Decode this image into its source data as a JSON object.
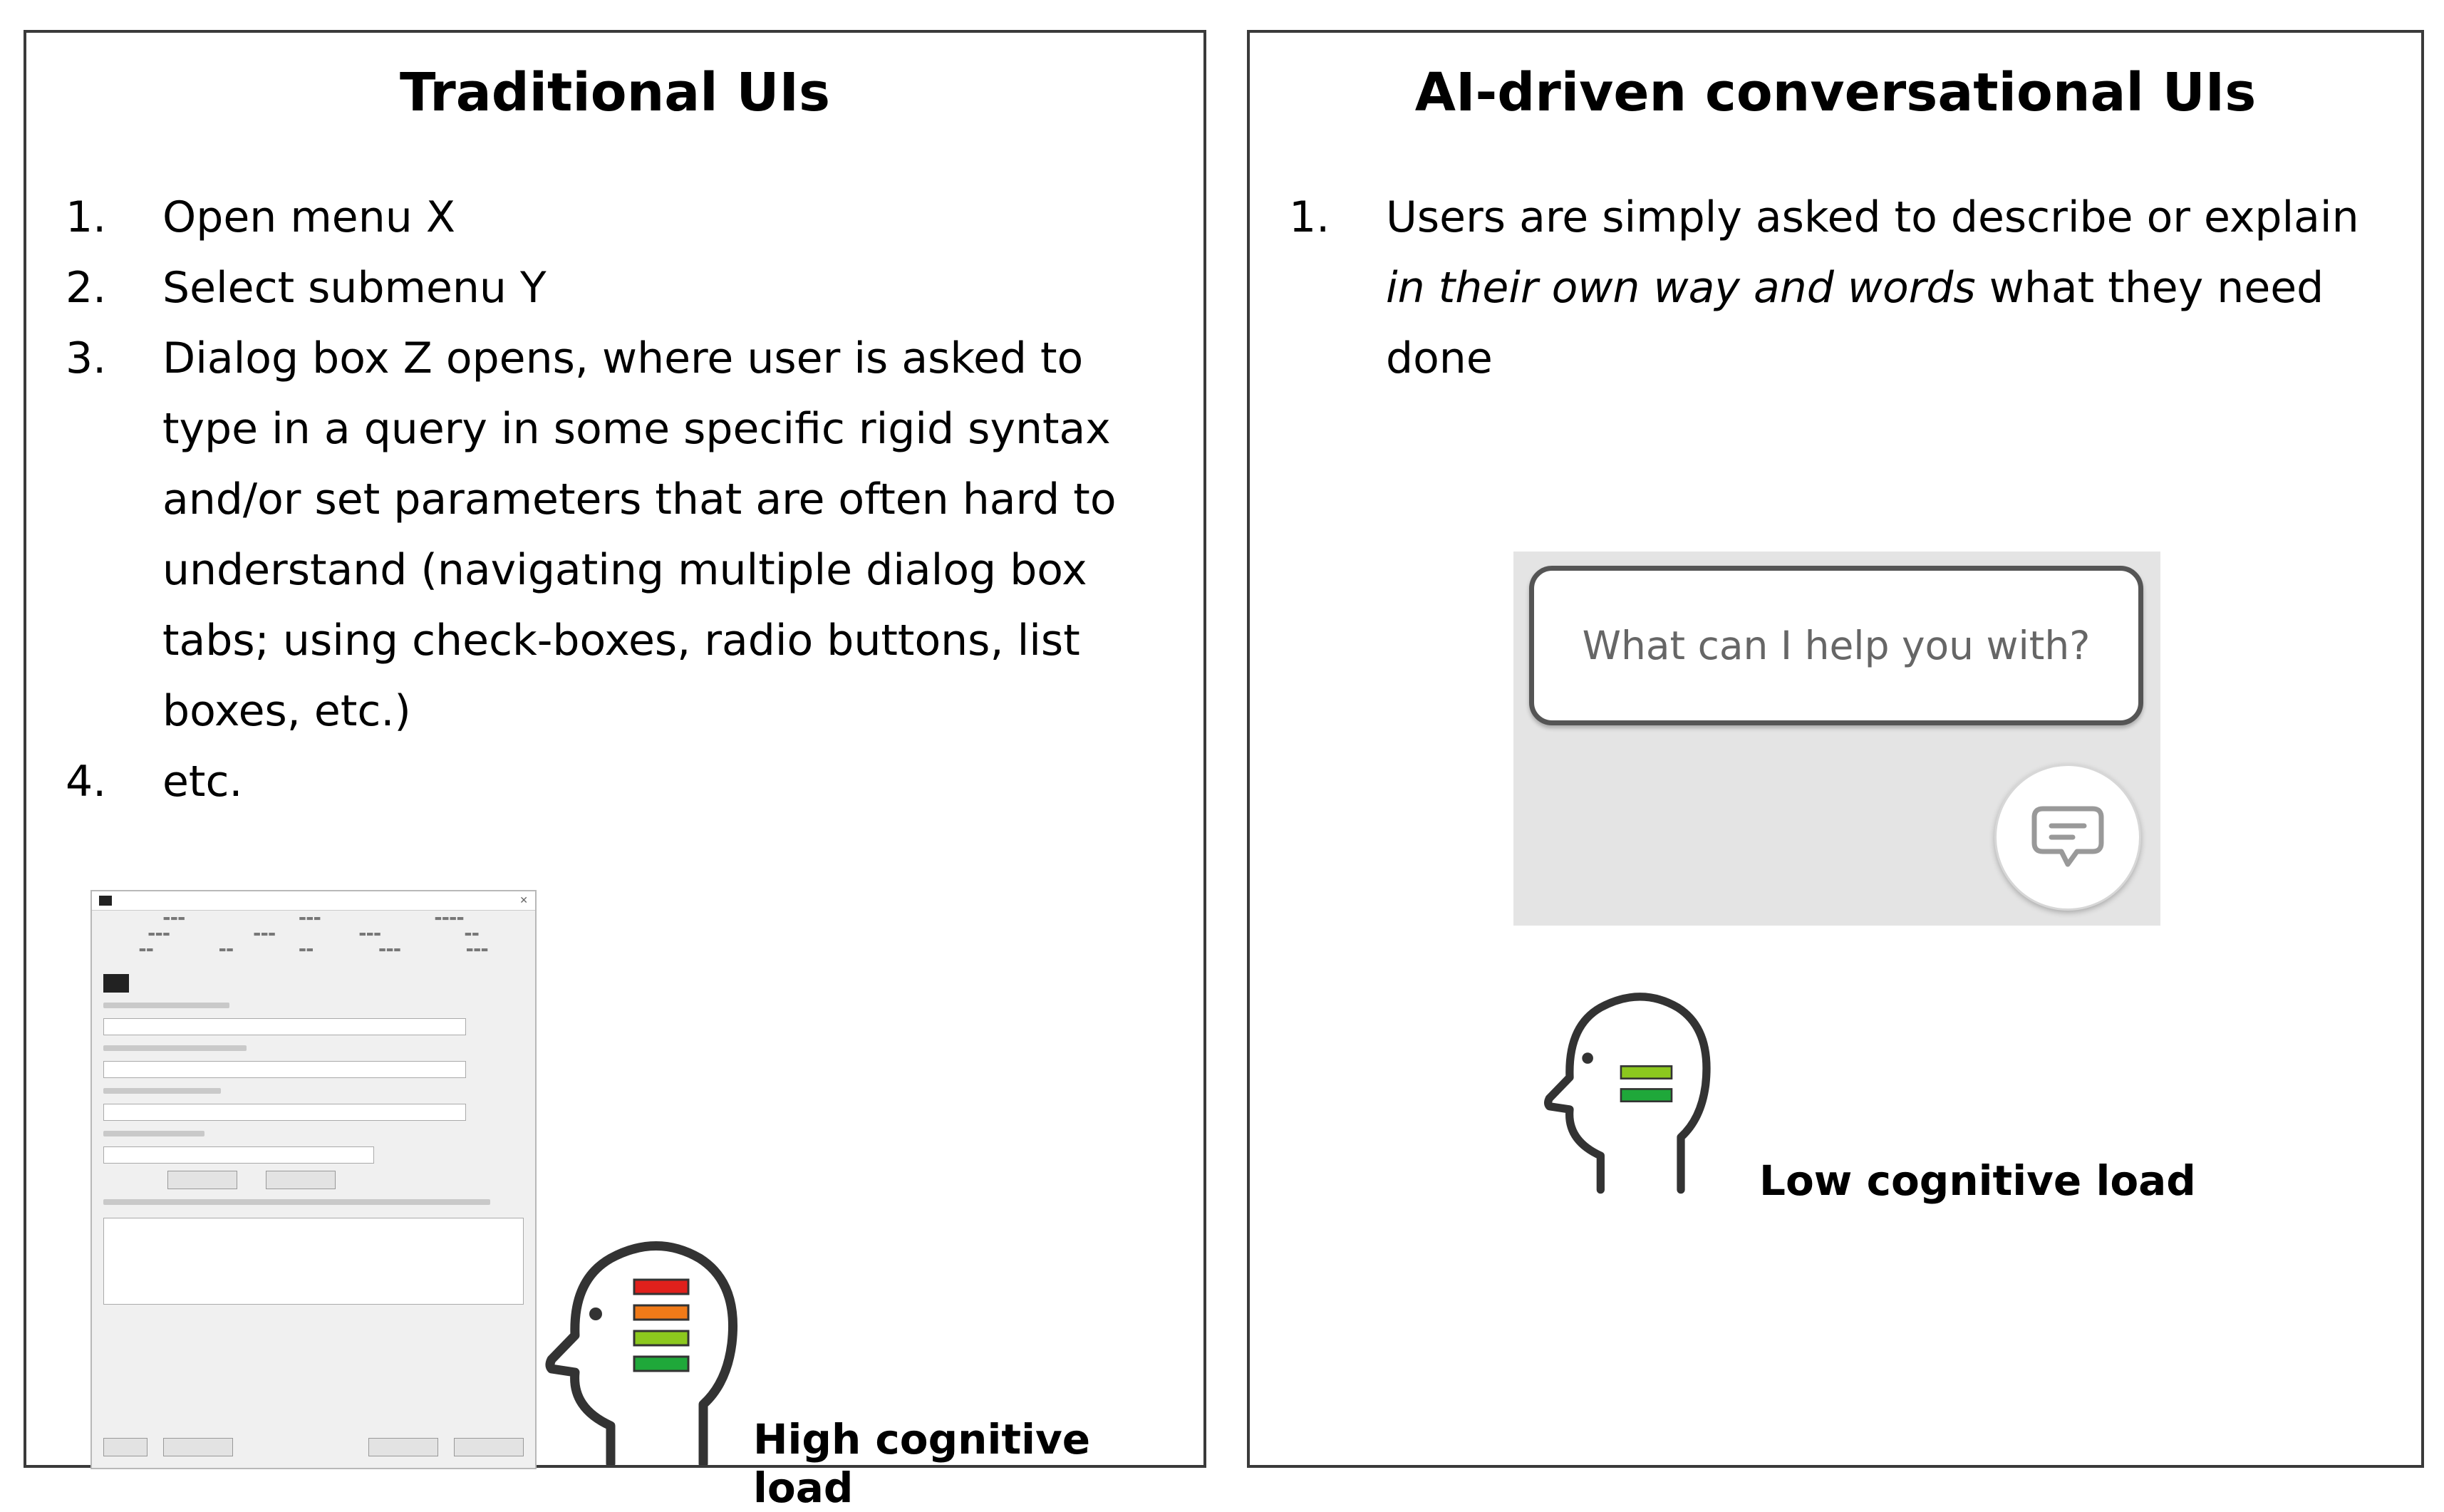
{
  "left": {
    "title": "Traditional UIs",
    "steps": [
      {
        "num": "1.",
        "text": "Open menu X"
      },
      {
        "num": "2.",
        "text": "Select submenu Y"
      },
      {
        "num": "3.",
        "lines": [
          "Dialog box Z opens, where user is asked to",
          "type in a query in some specific rigid syntax",
          "and/or set parameters that are often hard to",
          "understand (navigating multiple dialog box",
          "tabs; using check-boxes, radio buttons, list",
          "boxes, etc.)"
        ]
      },
      {
        "num": "4.",
        "text": "etc."
      }
    ],
    "cognitive_label": "High cognitive load",
    "load_bar_colors": [
      "#e0201c",
      "#f07a18",
      "#8cc81e",
      "#1fa83a"
    ]
  },
  "right": {
    "title": "AI-driven conversational UIs",
    "step": {
      "num": "1.",
      "line1": "Users are simply asked to describe or explain",
      "line2_italic": "in their own way and words",
      "line2_rest": " what they need",
      "line3": "done"
    },
    "chat_placeholder": "What can I help you with?",
    "chat_icon": "chat-bubble-icon",
    "cognitive_label": "Low cognitive load",
    "load_bar_colors": [
      "#8cc81e",
      "#1fa83a"
    ]
  }
}
